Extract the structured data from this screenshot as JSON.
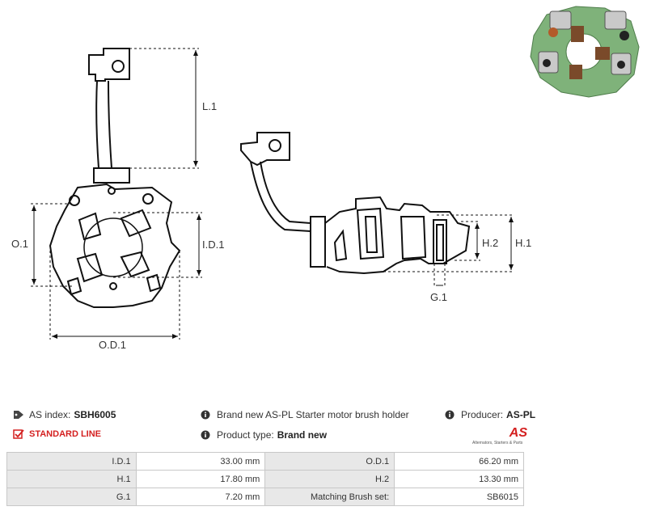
{
  "drawing": {
    "labels": {
      "l1": "L.1",
      "o1": "O.1",
      "id1": "I.D.1",
      "od1": "O.D.1",
      "h1": "H.1",
      "h2": "H.2",
      "g1": "G.1"
    }
  },
  "info": {
    "as_index_label": "AS index:",
    "as_index_value": "SBH6005",
    "standard_line": "STANDARD LINE",
    "description": "Brand new AS-PL Starter motor brush holder",
    "product_type_label": "Product type:",
    "product_type_value": "Brand new",
    "producer_label": "Producer:",
    "producer_value": "AS-PL",
    "logo_text": "AS",
    "logo_tagline": "Alternators, Starters & Parts"
  },
  "specs": {
    "rows": [
      {
        "l1": "I.D.1",
        "v1": "33.00 mm",
        "l2": "O.D.1",
        "v2": "66.20 mm"
      },
      {
        "l1": "H.1",
        "v1": "17.80 mm",
        "l2": "H.2",
        "v2": "13.30 mm"
      },
      {
        "l1": "G.1",
        "v1": "7.20 mm",
        "l2": "Matching Brush set:",
        "v2": "SB6015"
      }
    ]
  },
  "colors": {
    "accent_red": "#d42020",
    "photo_board": "#7fb27a",
    "brush_copper": "#b35a2a"
  }
}
